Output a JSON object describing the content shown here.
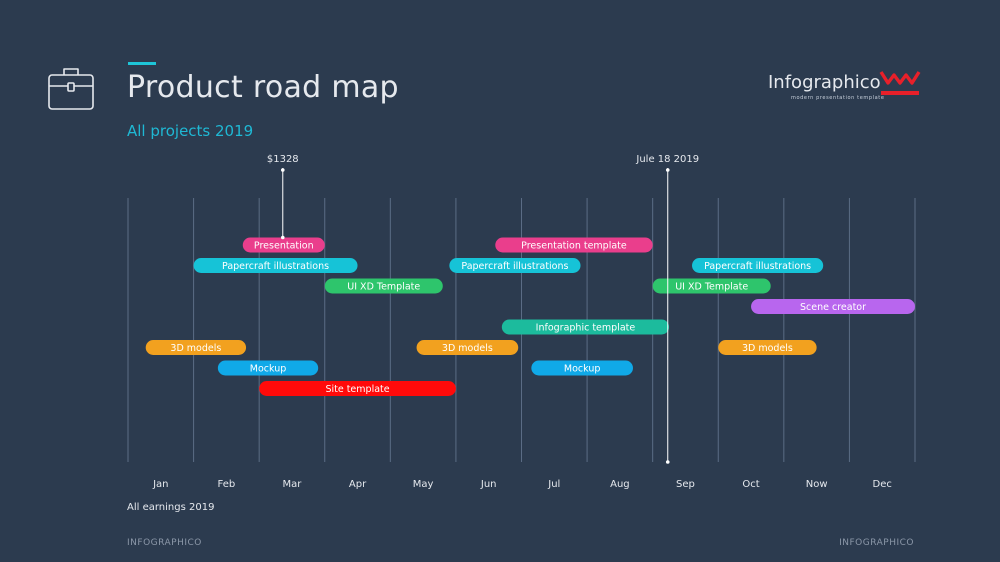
{
  "header": {
    "title": "Product road map",
    "subtitle": "All projects 2019",
    "icon": "briefcase-icon"
  },
  "brand": {
    "name": "Infographico",
    "tagline": "modern presentation template",
    "logo_icon": "infographico-logo-icon",
    "logo_color": "#e8202a"
  },
  "chart_data": {
    "type": "gantt",
    "categories": [
      "Jan",
      "Feb",
      "Mar",
      "Apr",
      "May",
      "Jun",
      "Jul",
      "Aug",
      "Sep",
      "Oct",
      "Now",
      "Dec"
    ],
    "markers": [
      {
        "label": "$1328",
        "at": 2.36,
        "ends_on_task": true
      },
      {
        "label": "Jule 18 2019",
        "at": 8.23,
        "ends_on_task": false
      }
    ],
    "rows": [
      [
        {
          "name": "Presentation",
          "start": 1.75,
          "end": 3.0,
          "color": "#ea3e8c"
        },
        {
          "name": "Presentation  template",
          "start": 5.6,
          "end": 8.0,
          "color": "#ea3e8c"
        }
      ],
      [
        {
          "name": "Papercraft  illustrations",
          "start": 1.0,
          "end": 3.5,
          "color": "#16c3d7"
        },
        {
          "name": "Papercraft  illustrations",
          "start": 4.9,
          "end": 6.9,
          "color": "#16c3d7"
        },
        {
          "name": "Papercraft  illustrations",
          "start": 8.6,
          "end": 10.6,
          "color": "#16c3d7"
        }
      ],
      [
        {
          "name": "UI XD Template",
          "start": 3.0,
          "end": 4.8,
          "color": "#2ec56c"
        },
        {
          "name": "UI XD Template",
          "start": 8.0,
          "end": 9.8,
          "color": "#2ec56c"
        }
      ],
      [
        {
          "name": "Scene  creator",
          "start": 9.5,
          "end": 12.0,
          "color": "#b866ee"
        }
      ],
      [
        {
          "name": "Infographic  template",
          "start": 5.7,
          "end": 8.25,
          "color": "#1cbb9d"
        }
      ],
      [
        {
          "name": "3D models",
          "start": 0.27,
          "end": 1.8,
          "color": "#f2a11f"
        },
        {
          "name": "3D models",
          "start": 4.4,
          "end": 5.95,
          "color": "#f2a11f"
        },
        {
          "name": "3D models",
          "start": 9.0,
          "end": 10.5,
          "color": "#f2a11f"
        }
      ],
      [
        {
          "name": "Mockup",
          "start": 1.37,
          "end": 2.9,
          "color": "#10a9e8"
        },
        {
          "name": "Mockup",
          "start": 6.15,
          "end": 7.7,
          "color": "#10a9e8"
        }
      ],
      [
        {
          "name": "Site template",
          "start": 2.0,
          "end": 5.0,
          "color": "#ff0a0a"
        }
      ]
    ],
    "grid": true
  },
  "footer": {
    "earnings": "All earnings 2019",
    "left": "INFOGRAPHICO",
    "right": "INFOGRAPHICO"
  }
}
